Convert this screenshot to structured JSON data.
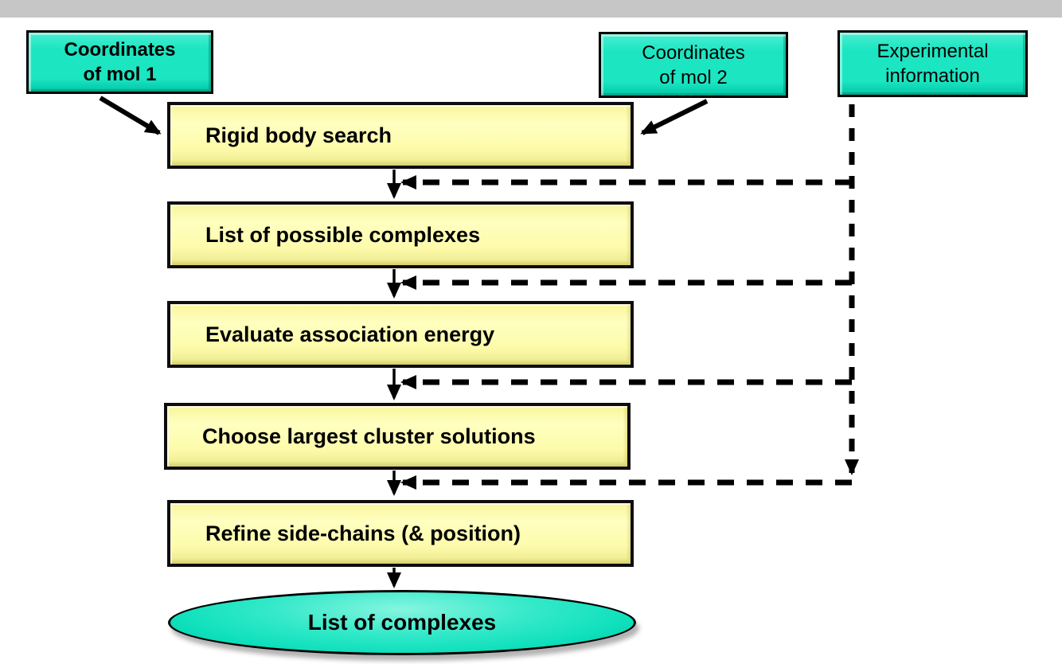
{
  "colors": {
    "top_bar": "#c6c6c6",
    "cyan": "#1ce5c2",
    "yellow": "#ffffa6",
    "line": "#000000"
  },
  "sources": [
    {
      "label": "Coordinates\nof mol 1",
      "bold": true
    },
    {
      "label": "Coordinates\nof mol 2",
      "bold": false
    },
    {
      "label": "Experimental\ninformation",
      "bold": false
    }
  ],
  "steps": [
    {
      "label": "Rigid body search"
    },
    {
      "label": "List of possible complexes"
    },
    {
      "label": "Evaluate association energy"
    },
    {
      "label": "Choose largest cluster solutions"
    },
    {
      "label": "Refine side-chains (& position)"
    }
  ],
  "terminal": {
    "label": "List of complexes"
  }
}
